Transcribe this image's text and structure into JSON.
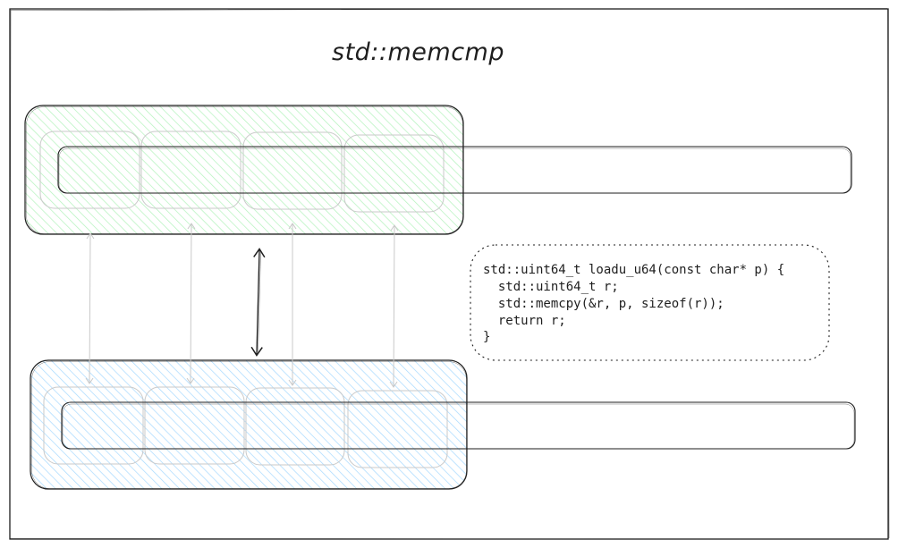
{
  "diagram": {
    "title": "std::memcmp",
    "code_lines": [
      "std::uint64_t loadu_u64(const char* p) {",
      "  std::uint64_t r;",
      "  std::memcpy(&r, p, sizeof(r));",
      "  return r;",
      "}"
    ],
    "colors": {
      "stroke": "#1e1e1e",
      "faint_stroke": "#c9c9c9",
      "green_fill": "#b2f2bb",
      "blue_fill": "#a5d8ff"
    },
    "top_row": {
      "fill": "green",
      "cells": 4
    },
    "bottom_row": {
      "fill": "blue",
      "cells": 4
    }
  }
}
